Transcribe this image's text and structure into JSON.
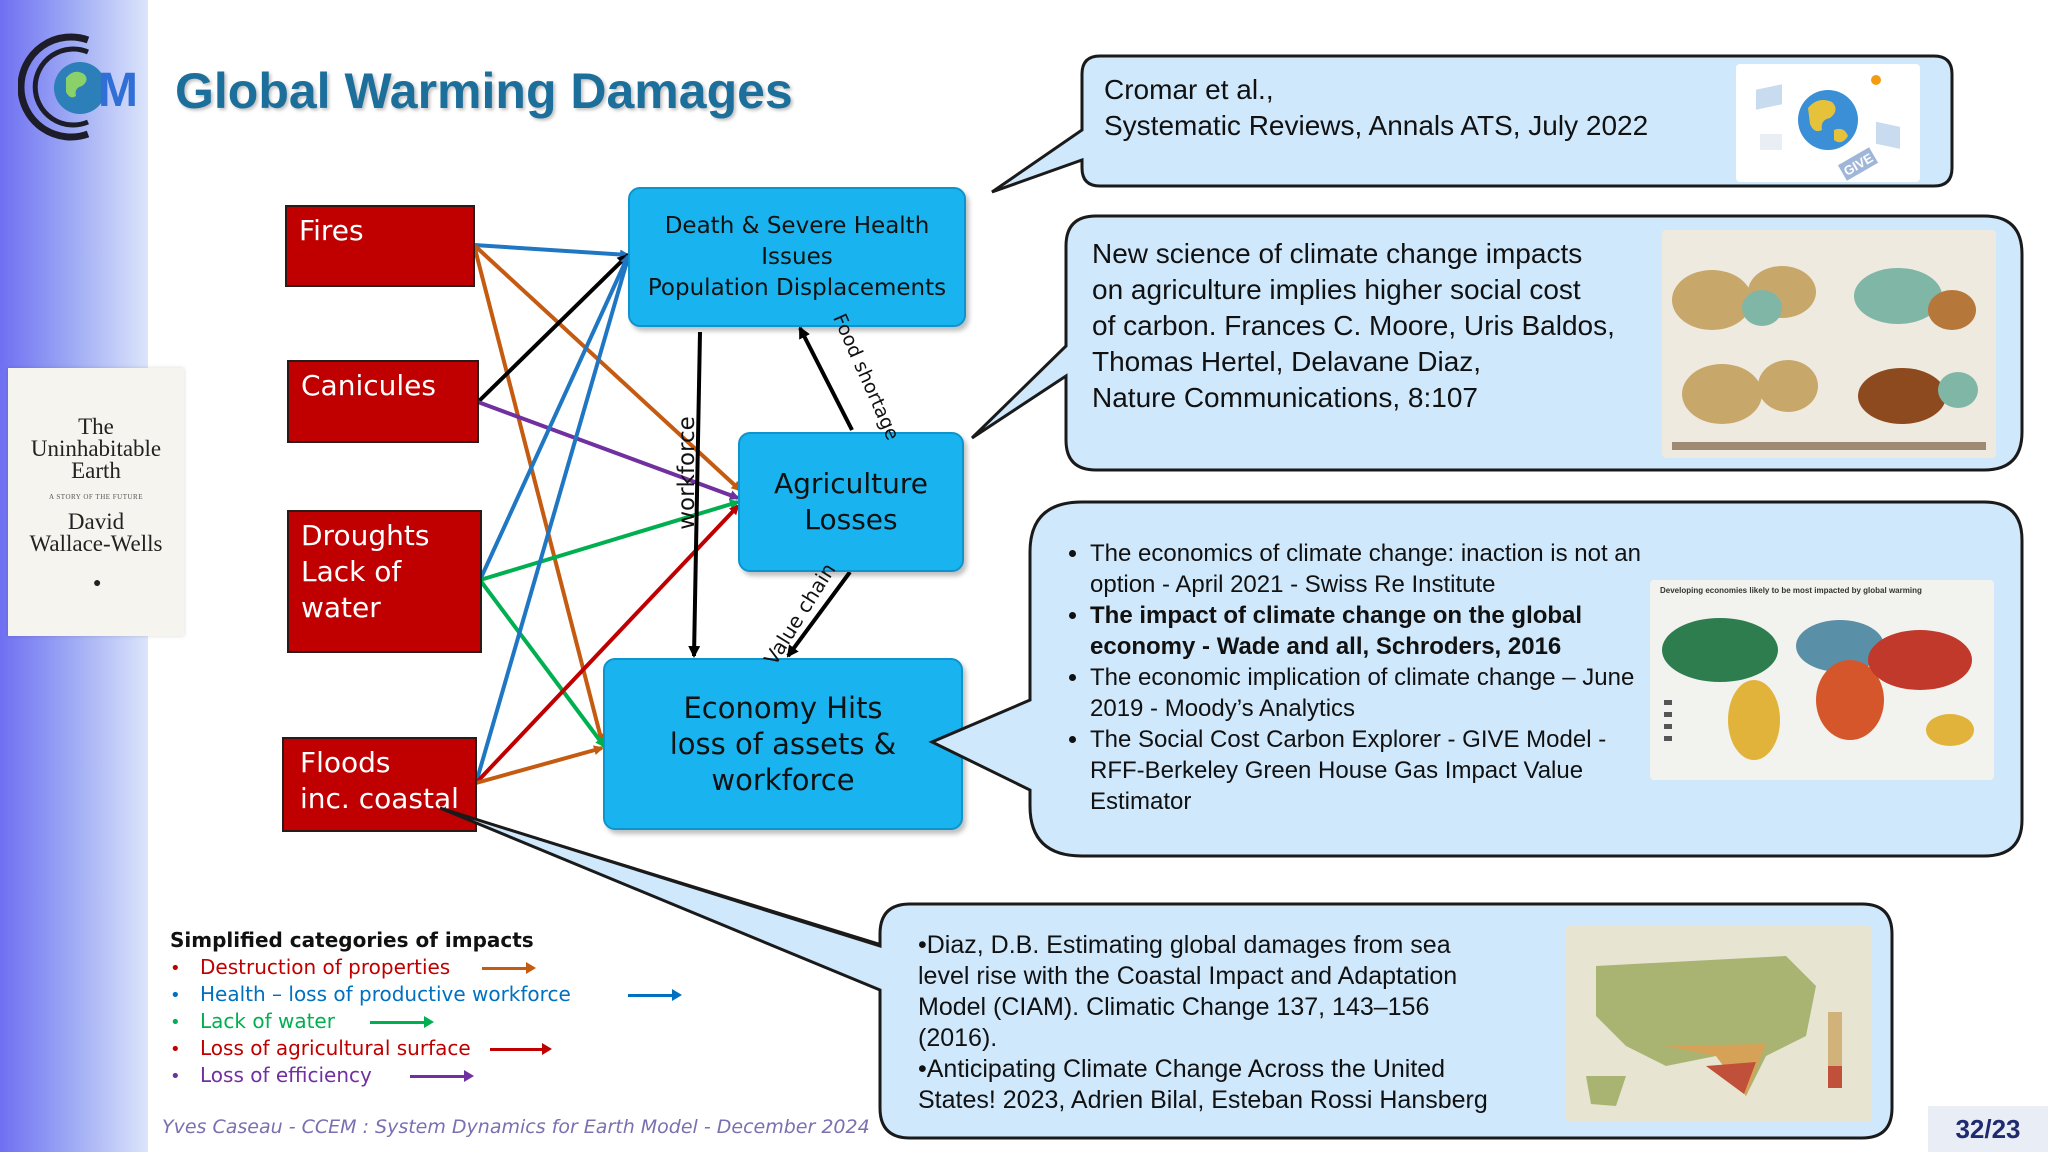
{
  "slide": {
    "title": "Global Warming Damages",
    "logo_text": "M",
    "footer": "Yves Caseau  - CCEM : System Dynamics for Earth Model - December 2024",
    "page_number": "32/23"
  },
  "book": {
    "author_top": "",
    "title_line1": "The",
    "title_line2": "Uninhabitable",
    "title_line3": "Earth",
    "subtitle": "A STORY OF THE FUTURE",
    "author_line1": "David",
    "author_line2": "Wallace-Wells"
  },
  "causes": [
    {
      "id": "fires",
      "lines": [
        "Fires"
      ]
    },
    {
      "id": "canicules",
      "lines": [
        "Canicules"
      ]
    },
    {
      "id": "droughts",
      "lines": [
        "Droughts",
        "Lack of",
        "water"
      ]
    },
    {
      "id": "floods",
      "lines": [
        "Floods",
        "inc. coastal"
      ]
    }
  ],
  "effects": {
    "death": [
      "Death & Severe Health",
      "Issues",
      "Population Displacements"
    ],
    "agriculture": [
      "Agriculture",
      "Losses"
    ],
    "economy": [
      "Economy Hits",
      "loss of assets &",
      "workforce"
    ]
  },
  "edge_labels": {
    "food_shortage": "Food shortage",
    "workforce": "workforce",
    "value_chain": "Value chain"
  },
  "legend": {
    "heading": "Simplified categories of impacts",
    "items": [
      {
        "label": "Destruction of properties",
        "color": "#c55a11"
      },
      {
        "label": "Health – loss of productive workforce",
        "color": "#0070c0"
      },
      {
        "label": "Lack of water",
        "color": "#00b050"
      },
      {
        "label": "Loss of agricultural surface",
        "color": "#c00000"
      },
      {
        "label": "Loss of efficiency",
        "color": "#7030a0"
      }
    ]
  },
  "callouts": {
    "cromar": [
      "Cromar et al.,",
      "Systematic Reviews, Annals ATS, July 2022"
    ],
    "cromar_badge": "GIVE",
    "moore": [
      "New science of climate change impacts",
      "on agriculture implies higher social cost",
      "of carbon. Frances C. Moore, Uris Baldos,",
      "Thomas Hertel, Delavane Diaz,",
      "Nature Communications, 8:107"
    ],
    "economics": [
      {
        "text": "The economics of climate change: inaction is not an option - April 2021 - Swiss Re Institute",
        "bold": false
      },
      {
        "text": "The impact of climate change on the global economy - Wade and all, Schroders, 2016",
        "bold": true
      },
      {
        "text": "The economic implication of climate change – June 2019 - Moody’s Analytics",
        "bold": false
      },
      {
        "text": "The Social Cost Carbon Explorer - GIVE Model - RFF-Berkeley Green House Gas Impact Value Estimator",
        "bold": false
      }
    ],
    "economics_map_caption": "Developing economies likely to be most impacted by global warming",
    "diaz": [
      "•Diaz, D.B. Estimating global damages from sea",
      "level rise with the Coastal Impact and Adaptation",
      "Model (CIAM). Climatic Change 137, 143–156",
      "(2016).",
      "•Anticipating Climate Change Across the United",
      "States! 2023, Adrien Bilal, Esteban Rossi Hansberg"
    ]
  },
  "colors": {
    "cause_red": "#c00000",
    "effect_blue": "#19b4ef",
    "callout_fill": "#cfe8fb",
    "title_blue": "#1d6f9b"
  }
}
